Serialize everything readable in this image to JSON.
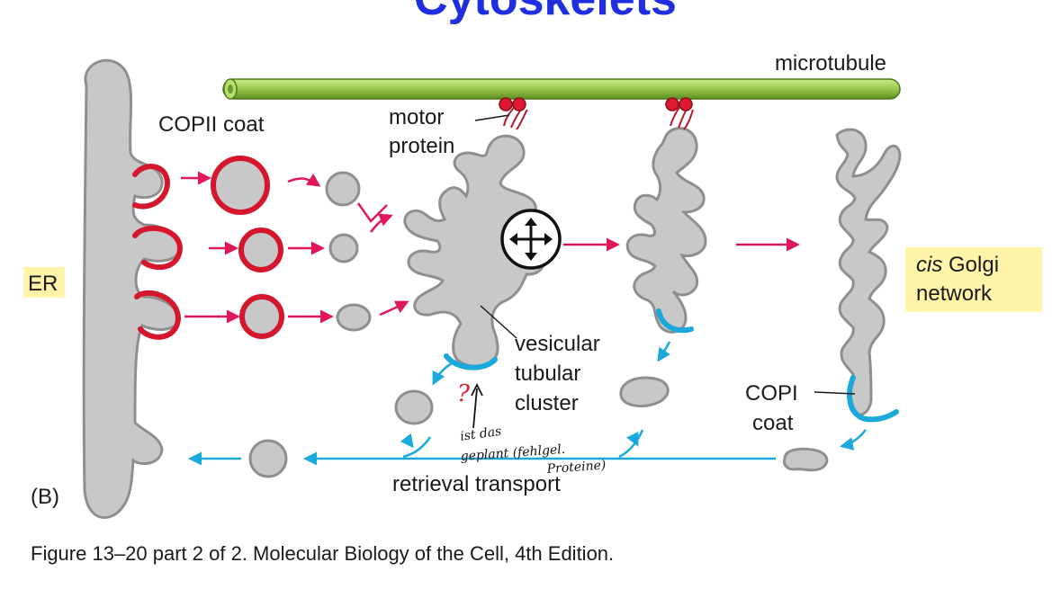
{
  "header": {
    "title": "Cytoskelets"
  },
  "diagram": {
    "panel_letter": "(B)",
    "labels": {
      "microtubule": "microtubule",
      "copii_coat": "COPII coat",
      "motor_protein_line1": "motor",
      "motor_protein_line2": "protein",
      "er": "ER",
      "cis_golgi_line1_italic": "cis",
      "cis_golgi_line1_rest": " Golgi",
      "cis_golgi_line2": "network",
      "vtc_line1": "vesicular",
      "vtc_line2": "tubular",
      "vtc_line3": "cluster",
      "copi_line1": "COPI",
      "copi_line2": "coat",
      "retrieval_transport": "retrieval transport"
    },
    "handwriting": {
      "question_mark": "?",
      "line1": "ist das",
      "line2": "geplant (fehlgel.",
      "line3": "Proteine)"
    },
    "colors": {
      "anterograde_arrow": "#e0185a",
      "retrograde_arrow": "#1ba9dc",
      "copii_coat": "#d4172c",
      "copi_coat": "#1ba9dc",
      "membrane_fill": "#c8c8c8",
      "membrane_stroke": "#8f8f8f",
      "microtubule": "#9acd4a",
      "label_highlight": "#fff4a8",
      "title": "#1f2fe0"
    }
  },
  "caption": "Figure 13–20 part 2 of 2. Molecular Biology of the Cell, 4th Edition."
}
